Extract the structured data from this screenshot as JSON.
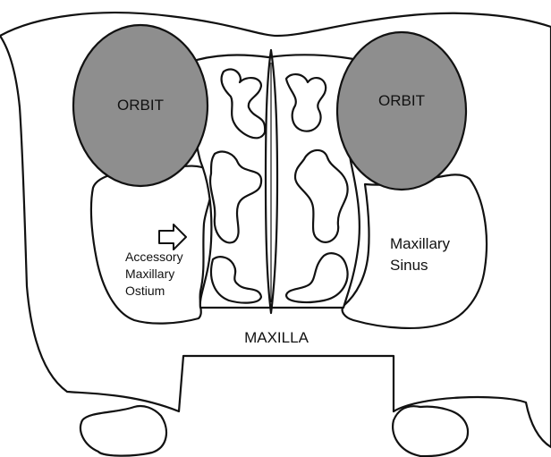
{
  "labels": {
    "orbit_left": "ORBIT",
    "orbit_right": "ORBIT",
    "accessory_line1": "Accessory",
    "accessory_line2": "Maxillary",
    "accessory_line3": "Ostium",
    "maxillary_sinus_line1": "Maxillary",
    "maxillary_sinus_line2": "Sinus",
    "maxilla": "MAXILLA"
  },
  "colors": {
    "orbit_fill": "#8e8e8e",
    "line": "#111111",
    "background": "#ffffff"
  },
  "icons": {
    "arrow": "right-arrow-outline-icon"
  }
}
